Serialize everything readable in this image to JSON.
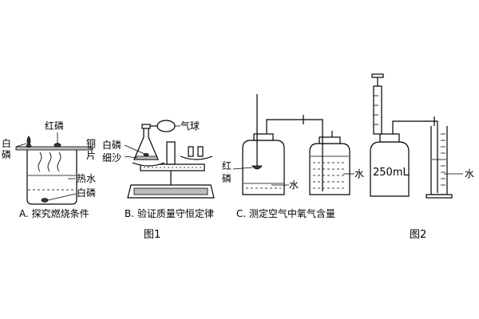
{
  "figure1": {
    "label": "图1",
    "panel_a": {
      "caption": "A. 探究燃烧条件",
      "red_phosphorus": "红磷",
      "white_phosphorus_left": "白磷",
      "copper_sheet": "铜片",
      "hot_water": "热水",
      "white_phosphorus_bottom": "白磷"
    },
    "panel_b": {
      "caption": "B. 验证质量守恒定律",
      "balloon": "气球",
      "white_phosphorus": "白磷",
      "fine_sand": "细沙"
    },
    "panel_c": {
      "caption": "C. 测定空气中氧气含量",
      "red_phosphorus": "红磷",
      "water_left": "水",
      "water_right": "水"
    }
  },
  "figure2": {
    "label": "图2",
    "volume": "250mL",
    "water": "水"
  }
}
